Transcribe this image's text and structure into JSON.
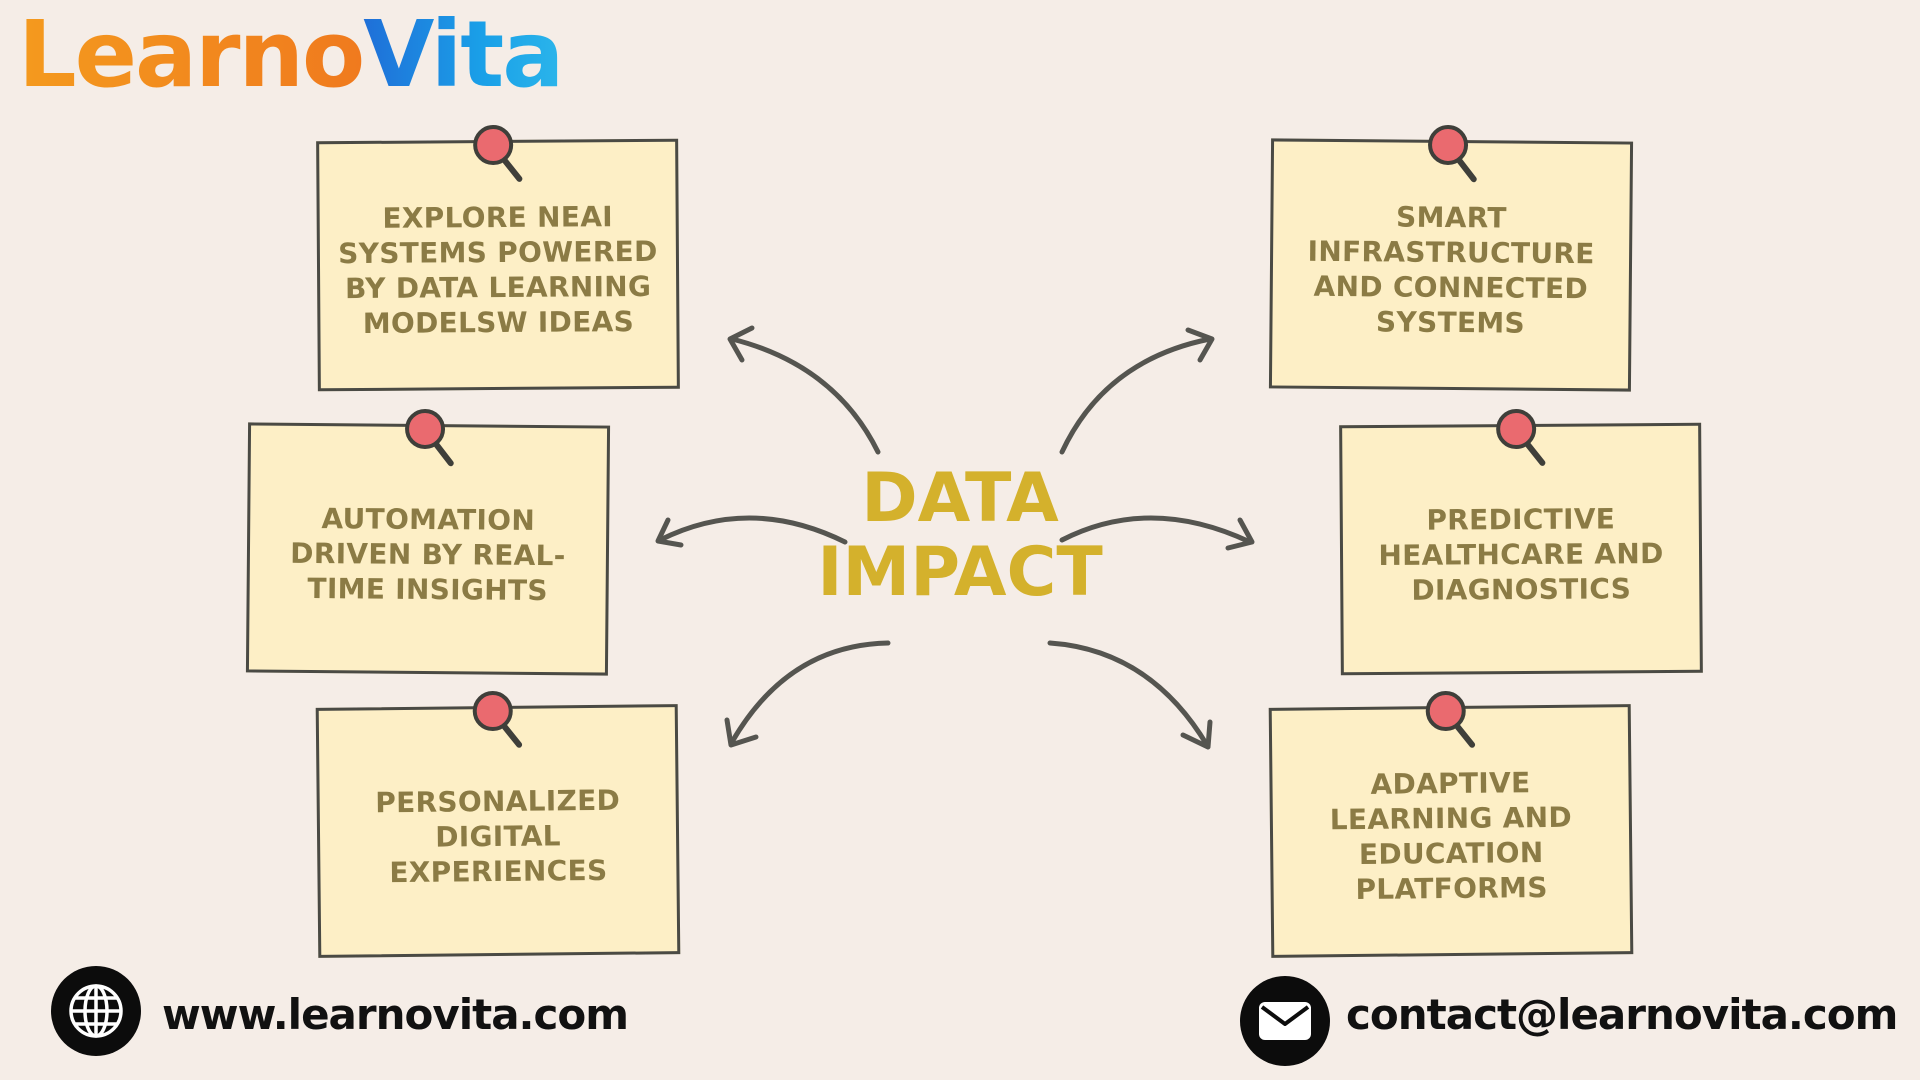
{
  "logo": {
    "part1": "Learno",
    "part2": "Vita"
  },
  "center": {
    "line1": "DATA",
    "line2": "IMPACT"
  },
  "notes": [
    {
      "text": "EXPLORE NEAI SYSTEMS POWERED BY DATA LEARNING MODELSW IDEAS"
    },
    {
      "text": "AUTOMATION DRIVEN BY REAL-TIME INSIGHTS"
    },
    {
      "text": "PERSONALIZED DIGITAL EXPERIENCES"
    },
    {
      "text": "SMART INFRASTRUCTURE AND CONNECTED SYSTEMS"
    },
    {
      "text": "PREDICTIVE HEALTHCARE AND DIAGNOSTICS"
    },
    {
      "text": "ADAPTIVE LEARNING AND EDUCATION PLATFORMS"
    }
  ],
  "footer": {
    "website": "www.learnovita.com",
    "email": "contact@learnovita.com"
  },
  "colors": {
    "background": "#f5ede7",
    "note_fill": "#fdefc6",
    "note_text": "#8b7b45",
    "title": "#d4b12c",
    "pin": "#ea6a6f",
    "arrow": "#555550"
  },
  "icons": [
    "pushpin-icon",
    "arrow-icon",
    "globe-icon",
    "envelope-icon"
  ]
}
